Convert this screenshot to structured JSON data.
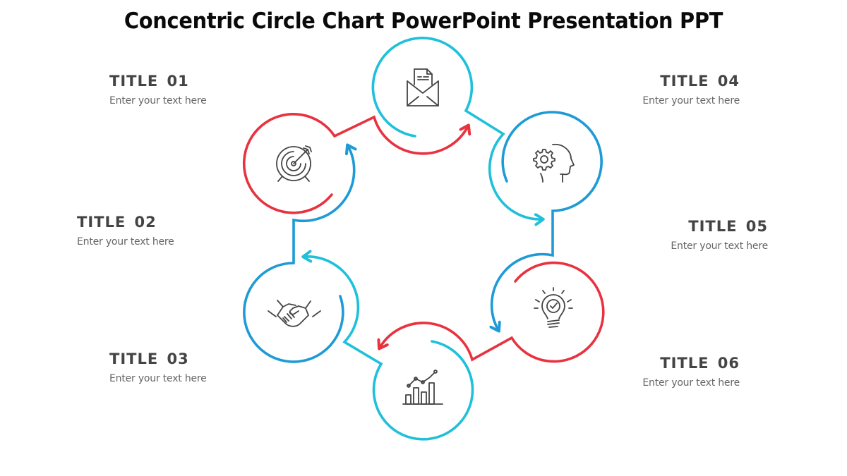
{
  "title": "Concentric Circle Chart PowerPoint Presentation PPT",
  "colors": {
    "red": "#E8323F",
    "teal": "#1EC0DA",
    "blue": "#1E9AD6",
    "icon": "#444444",
    "heading": "#444444",
    "body": "#666666"
  },
  "items": [
    {
      "title": "TITLE  01",
      "text": "Enter your text here",
      "icon": "target-icon",
      "color": "red"
    },
    {
      "title": "TITLE  02",
      "text": "Enter your text here",
      "icon": "envelope-document-icon",
      "color": "teal"
    },
    {
      "title": "TITLE  03",
      "text": "Enter your text here",
      "icon": "handshake-icon",
      "color": "blue"
    },
    {
      "title": "TITLE  04",
      "text": "Enter your text here",
      "icon": "head-gear-icon",
      "color": "blue"
    },
    {
      "title": "TITLE  05",
      "text": "Enter your text here",
      "icon": "lightbulb-check-icon",
      "color": "red"
    },
    {
      "title": "TITLE  06",
      "text": "Enter your text here",
      "icon": "bar-chart-growth-icon",
      "color": "teal"
    }
  ]
}
